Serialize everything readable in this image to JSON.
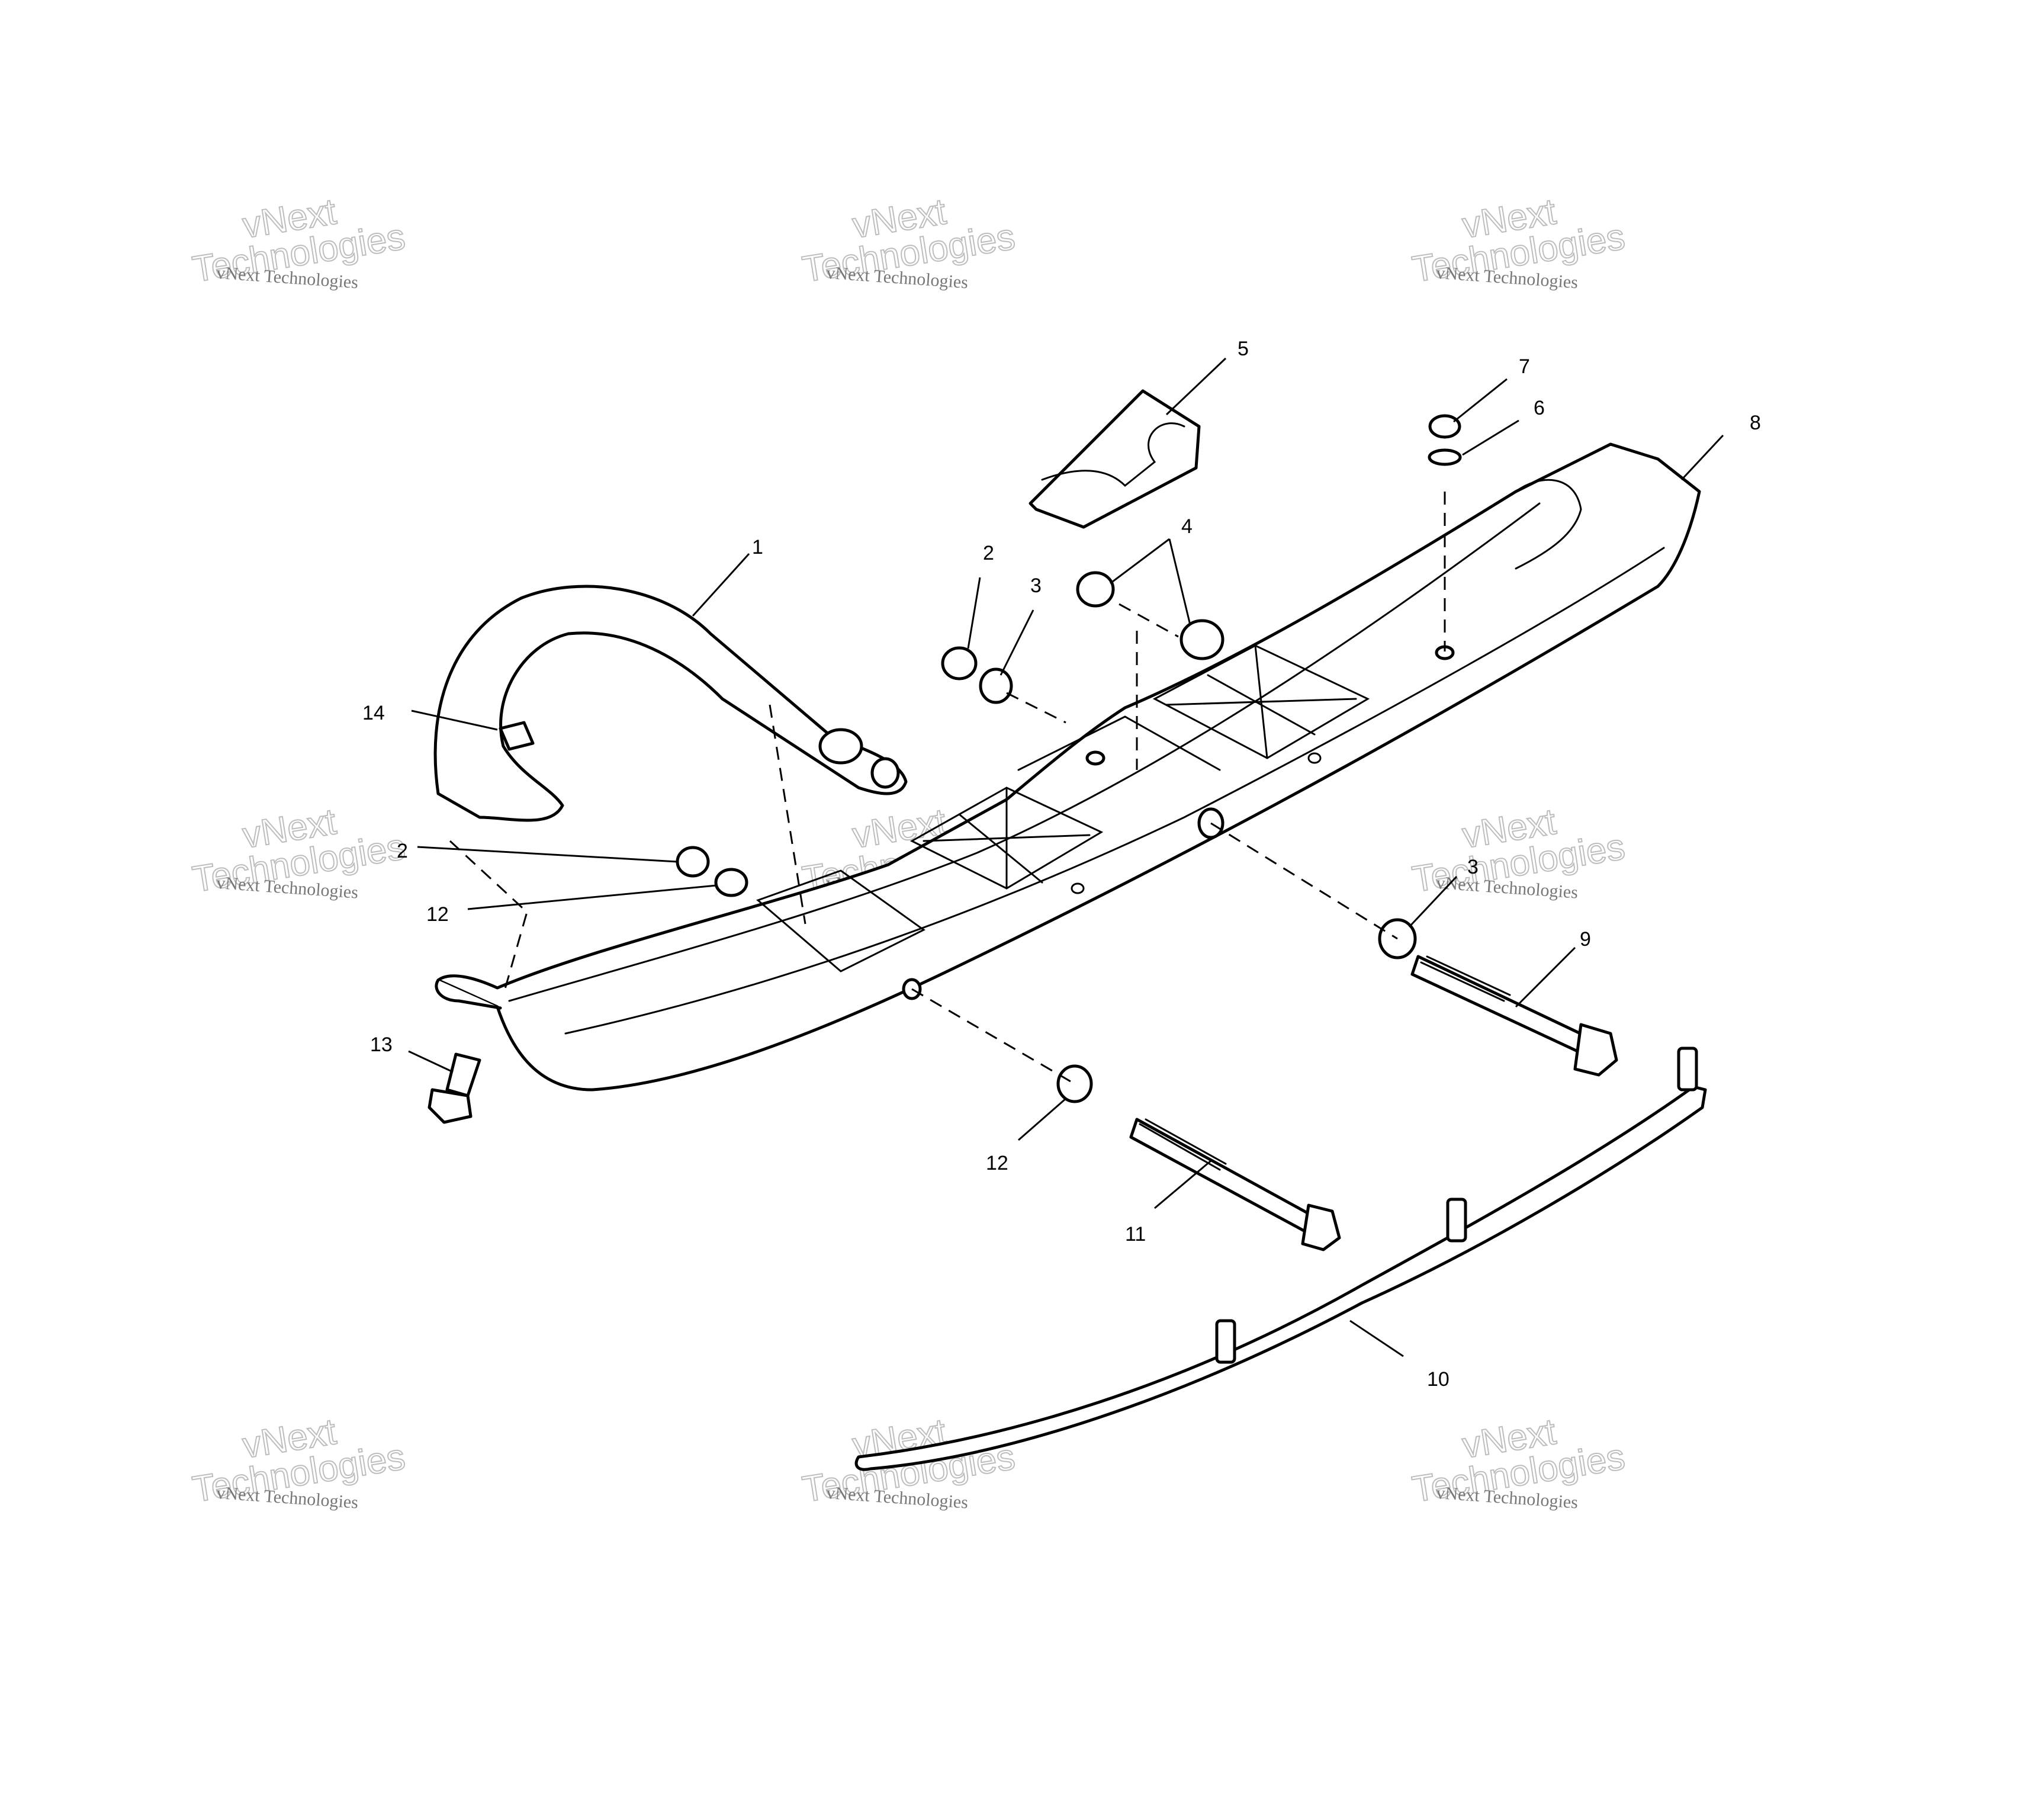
{
  "watermark": {
    "line_small": "vNext Technologies",
    "line_big_1": "vNext",
    "line_big_2": "Technologies"
  },
  "callouts": [
    "1",
    "2",
    "3",
    "4",
    "5",
    "6",
    "7",
    "8",
    "2",
    "3",
    "9",
    "10",
    "11",
    "12",
    "12",
    "13",
    "14"
  ],
  "colors": {
    "line": "#000000",
    "watermark": "#9a9a9a",
    "background": "#ffffff"
  }
}
